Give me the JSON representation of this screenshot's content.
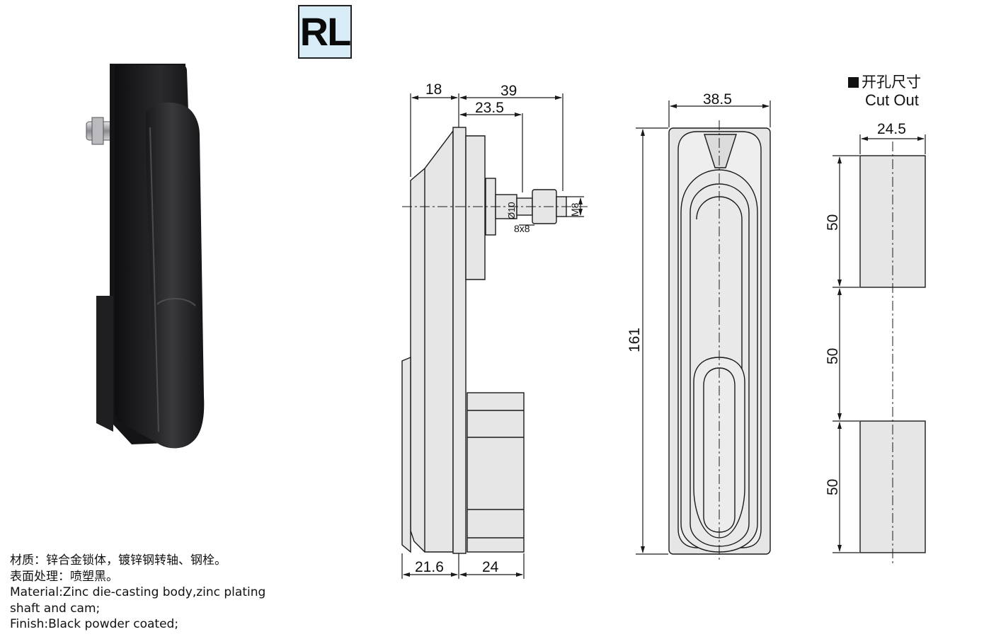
{
  "product_code": "RL",
  "cutout": {
    "title_cn": "开孔尺寸",
    "title_en": "Cut Out"
  },
  "dimensions": {
    "side_top_left": "18",
    "side_top_right": "39",
    "side_mid": "23.5",
    "shaft_dia": "Ø10",
    "thread": "M8",
    "square": "8x8",
    "bottom_left": "21.6",
    "bottom_right": "24",
    "front_width": "38.5",
    "front_height": "161",
    "cut_width": "24.5",
    "cut_h1": "50",
    "cut_h2": "50",
    "cut_h3": "50"
  },
  "notes": {
    "material_cn": "材质：锌合金锁体，镀锌钢转轴、钢栓。",
    "finish_cn": "表面处理：喷塑黑。",
    "material_en_1": "Material:Zinc die-casting body,zinc plating",
    "material_en_2": "shaft and cam;",
    "finish_en": "Finish:Black powder coated;"
  },
  "colors": {
    "line": "#1a1a1a",
    "part_fill": "#e6e6e6",
    "lock_body": "#1c1c1e",
    "badge_bg": "#d7ecf6"
  }
}
